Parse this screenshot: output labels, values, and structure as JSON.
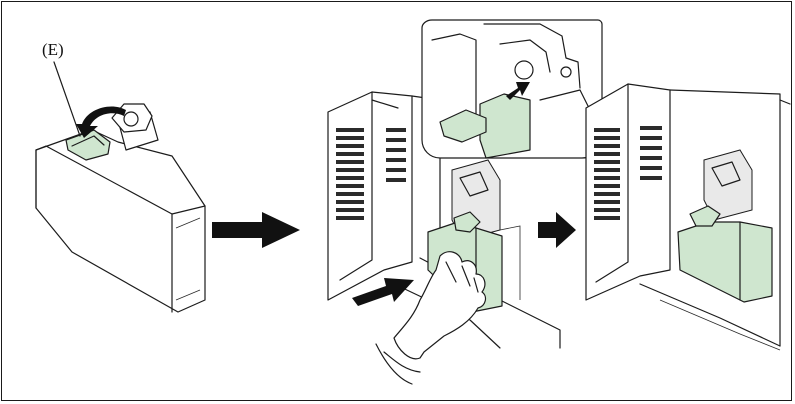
{
  "figure": {
    "callout_label": "(E)",
    "steps": [
      "container-cap-opened",
      "container-inserted-in-printer",
      "container-installed"
    ],
    "colors": {
      "frame": "#1a1a1a",
      "container_highlight": "#cfe6cf",
      "line": "#1c1c1c",
      "arrow": "#111111"
    },
    "icons": [
      "curved-rotate-arrow-icon",
      "right-arrow-icon",
      "push-arrow-icon",
      "hand-icon"
    ]
  }
}
